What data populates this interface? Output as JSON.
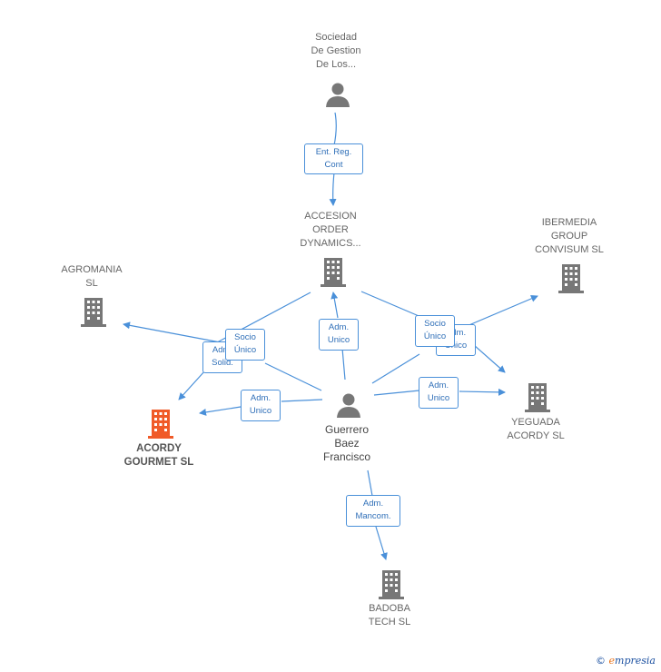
{
  "nodes": {
    "sociedad": {
      "label": "Sociedad\nDe Gestion\nDe Los..."
    },
    "accesion": {
      "label": "ACCESION\nORDER\nDYNAMICS..."
    },
    "ibermedia": {
      "label": "IBERMEDIA\nGROUP\nCONVISUM SL"
    },
    "agromania": {
      "label": "AGROMANIA\nSL"
    },
    "acordy_gourmet": {
      "label": "ACORDY\nGOURMET SL"
    },
    "guerrero": {
      "label": "Guerrero\nBaez\nFrancisco"
    },
    "yeguada": {
      "label": "YEGUADA\nACORDY SL"
    },
    "badoba": {
      "label": "BADOBA\nTECH SL"
    }
  },
  "edges": {
    "ent_reg": "Ent. Reg.\nCont",
    "adm_unico_accesion": "Adm.\nUnico",
    "adm_solid": "Adm.\nSolid.",
    "socio_unico_agromania": "Socio\nÚnico",
    "adm_unico_gourmet": "Adm.\nUnico",
    "adm_unico_ibermedia": "Adm.\nUnico",
    "socio_unico_ibermedia": "Socio\nÚnico",
    "adm_unico_yeguada": "Adm.\nUnico",
    "adm_mancom": "Adm.\nMancom."
  },
  "footer": {
    "copyright_symbol": "©",
    "brand_first": "e",
    "brand_rest": "mpresia"
  },
  "colors": {
    "edge": "#4a90d9",
    "icon": "#777777",
    "focus_icon": "#f05a28"
  },
  "icons": {
    "company": "building-icon",
    "person": "person-icon"
  }
}
